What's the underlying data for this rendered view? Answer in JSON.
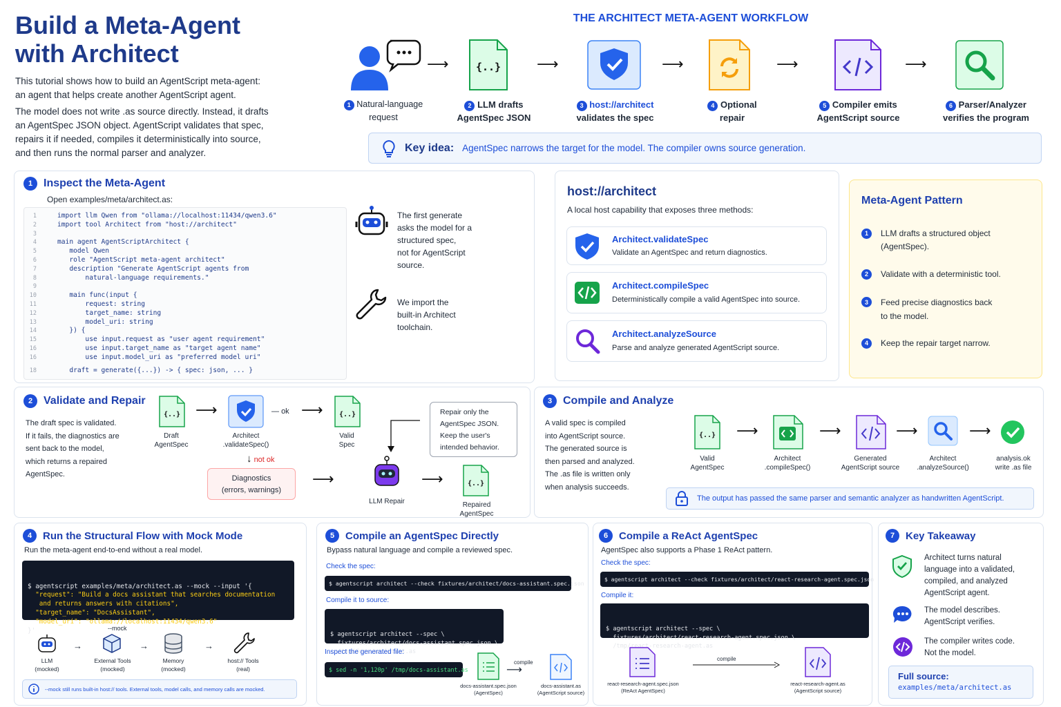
{
  "header": {
    "title_l1": "Build a Meta-Agent",
    "title_l2": "with Architect",
    "intro_1a": "This tutorial shows how to build an AgentScript meta-agent:",
    "intro_1b": "an agent that helps create another AgentScript agent.",
    "intro_2a": "The model does not write .as source directly. Instead, it drafts",
    "intro_2b": "an AgentSpec JSON object. AgentScript validates that spec,",
    "intro_2c": "repairs it if needed, compiles it deterministically into source,",
    "intro_2d": "and then runs the normal parser and analyzer."
  },
  "workflow": {
    "title": "THE ARCHITECT META-AGENT WORKFLOW",
    "steps": [
      {
        "n": "1",
        "l1": "Natural-language",
        "l2": "request"
      },
      {
        "n": "2",
        "l1": "LLM drafts",
        "l2": "AgentSpec JSON"
      },
      {
        "n": "3",
        "l1": "host://architect",
        "l2": "validates the spec"
      },
      {
        "n": "4",
        "l1": "Optional",
        "l2": "repair"
      },
      {
        "n": "5",
        "l1": "Compiler emits",
        "l2": "AgentScript source"
      },
      {
        "n": "6",
        "l1": "Parser/Analyzer",
        "l2": "verifies the program"
      }
    ],
    "keyidea_label": "Key idea:",
    "keyidea_text": "AgentSpec narrows the target for the model. The compiler owns source generation."
  },
  "s1": {
    "n": "1",
    "title": "Inspect the Meta-Agent",
    "sub": "Open examples/meta/architect.as:",
    "lines": [
      {
        "n": "1",
        "t": "import llm Qwen from \"ollama://localhost:11434/qwen3.6\""
      },
      {
        "n": "2",
        "t": "import tool Architect from \"host://architect\""
      },
      {
        "n": "3",
        "t": ""
      },
      {
        "n": "4",
        "t": "main agent AgentScriptArchitect {"
      },
      {
        "n": "5",
        "t": "   model Qwen"
      },
      {
        "n": "6",
        "t": "   role \"AgentScript meta-agent architect\""
      },
      {
        "n": "7",
        "t": "   description \"Generate AgentScript agents from"
      },
      {
        "n": "8",
        "t": "       natural-language requirements.\""
      },
      {
        "n": "9",
        "t": ""
      },
      {
        "n": "10",
        "t": "   main func(input {"
      },
      {
        "n": "11",
        "t": "       request: string"
      },
      {
        "n": "12",
        "t": "       target_name: string"
      },
      {
        "n": "13",
        "t": "       model_uri: string"
      },
      {
        "n": "14",
        "t": "   }) {"
      },
      {
        "n": "15",
        "t": "       use input.request as \"user agent requirement\""
      },
      {
        "n": "16",
        "t": "       use input.target_name as \"target agent name\""
      },
      {
        "n": "16",
        "t": "       use input.model_uri as \"preferred model uri\""
      },
      {
        "n": "18",
        "t": "   draft = generate({...}) -> { spec: json, ... }"
      }
    ],
    "note1": [
      "The first generate",
      "asks the model for a",
      "structured spec,",
      "not for AgentScript",
      "source."
    ],
    "note2": [
      "We import the",
      "built-in Architect",
      "toolchain."
    ]
  },
  "host": {
    "title": "host://architect",
    "sub": "A local host capability that exposes three methods:",
    "methods": [
      {
        "name": "Architect.validateSpec",
        "desc": "Validate an AgentSpec and return diagnostics."
      },
      {
        "name": "Architect.compileSpec",
        "desc": "Deterministically compile a valid AgentSpec into source."
      },
      {
        "name": "Architect.analyzeSource",
        "desc": "Parse and analyze generated AgentScript source."
      }
    ]
  },
  "pattern": {
    "title": "Meta-Agent Pattern",
    "items": [
      {
        "n": "1",
        "l1": "LLM drafts a structured object",
        "l2": "(AgentSpec)."
      },
      {
        "n": "2",
        "l1": "Validate with a deterministic tool.",
        "l2": ""
      },
      {
        "n": "3",
        "l1": "Feed precise diagnostics back",
        "l2": "to the model."
      },
      {
        "n": "4",
        "l1": "Keep the repair target narrow.",
        "l2": ""
      }
    ]
  },
  "s2": {
    "n": "2",
    "title": "Validate and Repair",
    "text": [
      "The draft spec is validated.",
      "If it fails, the diagnostics are",
      "sent back to the model,",
      "which returns a repaired",
      "AgentSpec."
    ],
    "draft": [
      "Draft",
      "AgentSpec"
    ],
    "arch": [
      "Architect",
      ".validateSpec()"
    ],
    "ok": "ok",
    "valid": [
      "Valid",
      "Spec"
    ],
    "notok": "not ok",
    "diag": [
      "Diagnostics",
      "(errors, warnings)"
    ],
    "llm": "LLM Repair",
    "repaired": [
      "Repaired",
      "AgentSpec"
    ],
    "bubble": [
      "Repair only the",
      "AgentSpec JSON.",
      "Keep the user's",
      "intended behavior."
    ]
  },
  "s3": {
    "n": "3",
    "title": "Compile and Analyze",
    "text": [
      "A valid spec is compiled",
      "into AgentScript source.",
      "The generated source is",
      "then parsed and analyzed.",
      "The .as file is written only",
      "when analysis succeeds."
    ],
    "nodes": [
      [
        "Valid",
        "AgentSpec"
      ],
      [
        "Architect",
        ".compileSpec()"
      ],
      [
        "Generated",
        "AgentScript source"
      ],
      [
        "Architect",
        ".analyzeSource()"
      ],
      [
        "analysis.ok",
        "write .as file"
      ]
    ],
    "note": "The output has passed the same parser and semantic analyzer as handwritten AgentScript."
  },
  "s4": {
    "n": "4",
    "title": "Run the Structural Flow with Mock Mode",
    "sub": "Run the meta-agent end-to-end without a real model.",
    "code": [
      "$ agentscript examples/meta/architect.as --mock --input '{",
      "  \"request\": \"Build a docs assistant that searches documentation",
      "   and returns answers with citations\",",
      "  \"target_name\": \"DocsAssistant\",",
      "  \"model_uri\": \"ollama://localhost:11434/qwen3.6\"",
      "}'"
    ],
    "mock": "--mock",
    "nodes": [
      [
        "LLM",
        "(mocked)"
      ],
      [
        "External Tools",
        "(mocked)"
      ],
      [
        "Memory",
        "(mocked)"
      ],
      [
        "host:// Tools",
        "(real)"
      ]
    ],
    "note": "--mock still runs built-in host:// tools. External tools, model calls, and memory calls are mocked."
  },
  "s5": {
    "n": "5",
    "title": "Compile an AgentSpec Directly",
    "sub": "Bypass natural language and compile a reviewed spec.",
    "check_label": "Check the spec:",
    "check_code": "$ agentscript architect --check fixtures/architect/docs-assistant.spec.json",
    "compile_label": "Compile it to source:",
    "compile_code": [
      "$ agentscript architect --spec \\",
      "  fixtures/architect/docs-assistant.spec.json \\",
      "  /tmp/docs-assistant.as"
    ],
    "inspect_label": "Inspect the generated file:",
    "inspect_code": "$ sed -n '1,120p' /tmp/docs-assistant.as",
    "compile_word": "compile",
    "f1": [
      "docs-assistant.spec.json",
      "(AgentSpec)"
    ],
    "f2": [
      "docs-assistant.as",
      "(AgentScript source)"
    ]
  },
  "s6": {
    "n": "6",
    "title": "Compile a ReAct AgentSpec",
    "sub": "AgentSpec also supports a Phase 1 ReAct pattern.",
    "check_label": "Check the spec:",
    "check_code": "$ agentscript architect --check fixtures/architect/react-research-agent.spec.json",
    "compile_label": "Compile it:",
    "compile_code": [
      "$ agentscript architect --spec \\",
      "  fixtures/architect/react-research-agent.spec.json \\",
      "  /tmp/react-research-agent.as"
    ],
    "compile_word": "compile",
    "f1": [
      "react-research-agent.spec.json",
      "(ReAct AgentSpec)"
    ],
    "f2": [
      "react-research-agent.as",
      "(AgentScript source)"
    ]
  },
  "s7": {
    "n": "7",
    "title": "Key Takeaway",
    "items": [
      [
        "Architect turns natural",
        "language into a validated,",
        "compiled, and analyzed",
        "AgentScript agent."
      ],
      [
        "The model describes.",
        "AgentScript verifies."
      ],
      [
        "The compiler writes code.",
        "Not the model."
      ]
    ],
    "full_label": "Full source:",
    "full_path": "examples/meta/architect.as"
  },
  "colors": {
    "accent": "#1d4ed8",
    "navy": "#1e3a8a",
    "green": "#16a34a",
    "purple": "#6d28d9",
    "orange": "#f59e0b",
    "code_bg": "#111827"
  }
}
